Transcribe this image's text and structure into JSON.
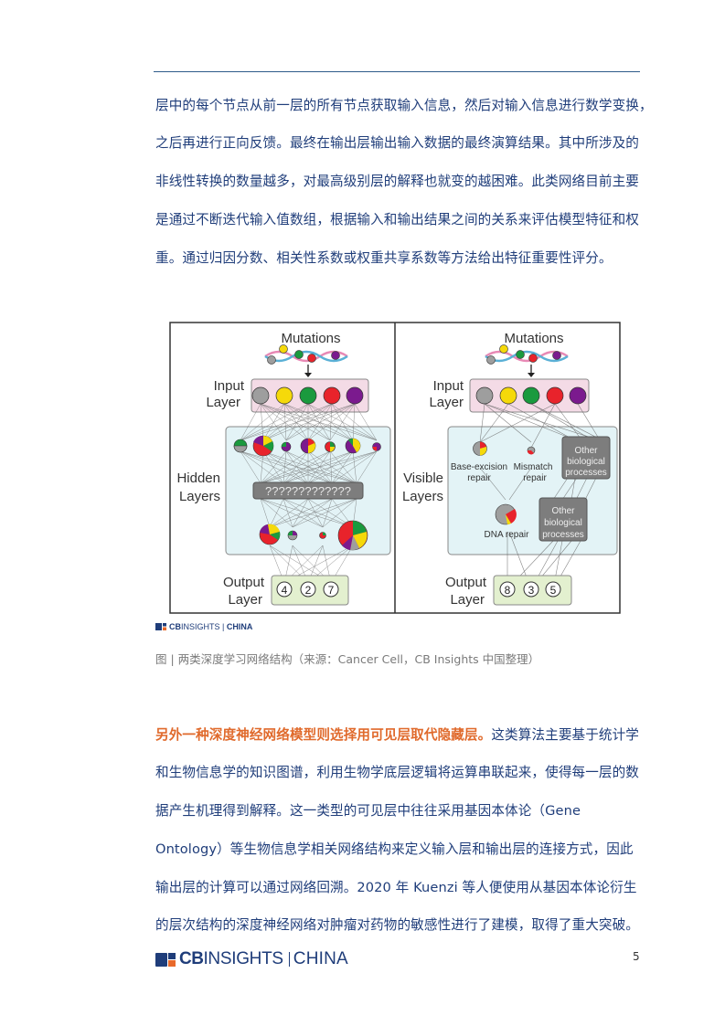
{
  "paragraph1": {
    "lines": [
      "层中的每个节点从前一层的所有节点获取输入信息，然后对输入信息进行数学变换，",
      "之后再进行正向反馈。最终在输出层输出输入数据的最终演算结果。其中所涉及的",
      "非线性转换的数量越多，对最高级别层的解释也就变的越困难。此类网络目前主要",
      "是通过不断迭代输入值数组，根据输入和输出结果之间的关系来评估模型特征和权",
      "重。通过归因分数、相关性系数或权重共享系数等方法给出特征重要性评分。"
    ]
  },
  "figure": {
    "left_panel": {
      "mutations_label": "Mutations",
      "input_label_1": "Input",
      "input_label_2": "Layer",
      "hidden_label_1": "Hidden",
      "hidden_label_2": "Layers",
      "unknown_box": "?????????????",
      "output_label_1": "Output",
      "output_label_2": "Layer",
      "outputs": [
        "4",
        "2",
        "7"
      ]
    },
    "right_panel": {
      "mutations_label": "Mutations",
      "input_label_1": "Input",
      "input_label_2": "Layer",
      "visible_label_1": "Visible",
      "visible_label_2": "Layers",
      "node_base_excision_1": "Base-excision",
      "node_base_excision_2": "repair",
      "node_mismatch_1": "Mismatch",
      "node_mismatch_2": "repair",
      "node_dna_repair": "DNA repair",
      "other_box_1": [
        "Other",
        "biological",
        "processes"
      ],
      "other_box_2": [
        "Other",
        "biological",
        "processes"
      ],
      "output_label_1": "Output",
      "output_label_2": "Layer",
      "outputs": [
        "8",
        "3",
        "5"
      ]
    },
    "input_node_colors": [
      "#9e9e9e",
      "#f5d90a",
      "#1a9a3e",
      "#e8232b",
      "#7b1a8e"
    ]
  },
  "figure_logo": {
    "cb": "CB",
    "insights": "INSIGHTS",
    "china": "CHINA"
  },
  "caption": "图 | 两类深度学习网络结构（来源：Cancer Cell，CB Insights 中国整理）",
  "paragraph2": {
    "highlight": "另外一种深度神经网络模型则选择用可见层取代隐藏层。",
    "line1_rest": "这类算法主要基于统计学",
    "lines": [
      "和生物信息学的知识图谱，利用生物学底层逻辑将运算串联起来，使得每一层的数",
      "据产生机理得到解释。这一类型的可见层中往往采用基因本体论（Gene",
      "Ontology）等生物信息学相关网络结构来定义输入层和输出层的连接方式，因此",
      "输出层的计算可以通过网络回溯。2020 年 Kuenzi 等人便使用从基因本体论衍生",
      "的层次结构的深度神经网络对肿瘤对药物的敏感性进行了建模，取得了重大突破。"
    ]
  },
  "footer": {
    "cb": "CB",
    "insights": "INSIGHTS",
    "china": "CHINA",
    "page_number": "5"
  },
  "colors": {
    "text": "#1f3d7a",
    "highlight": "#e06a2c",
    "rule": "#2e5b8a",
    "logo_orange": "#e8692a"
  }
}
